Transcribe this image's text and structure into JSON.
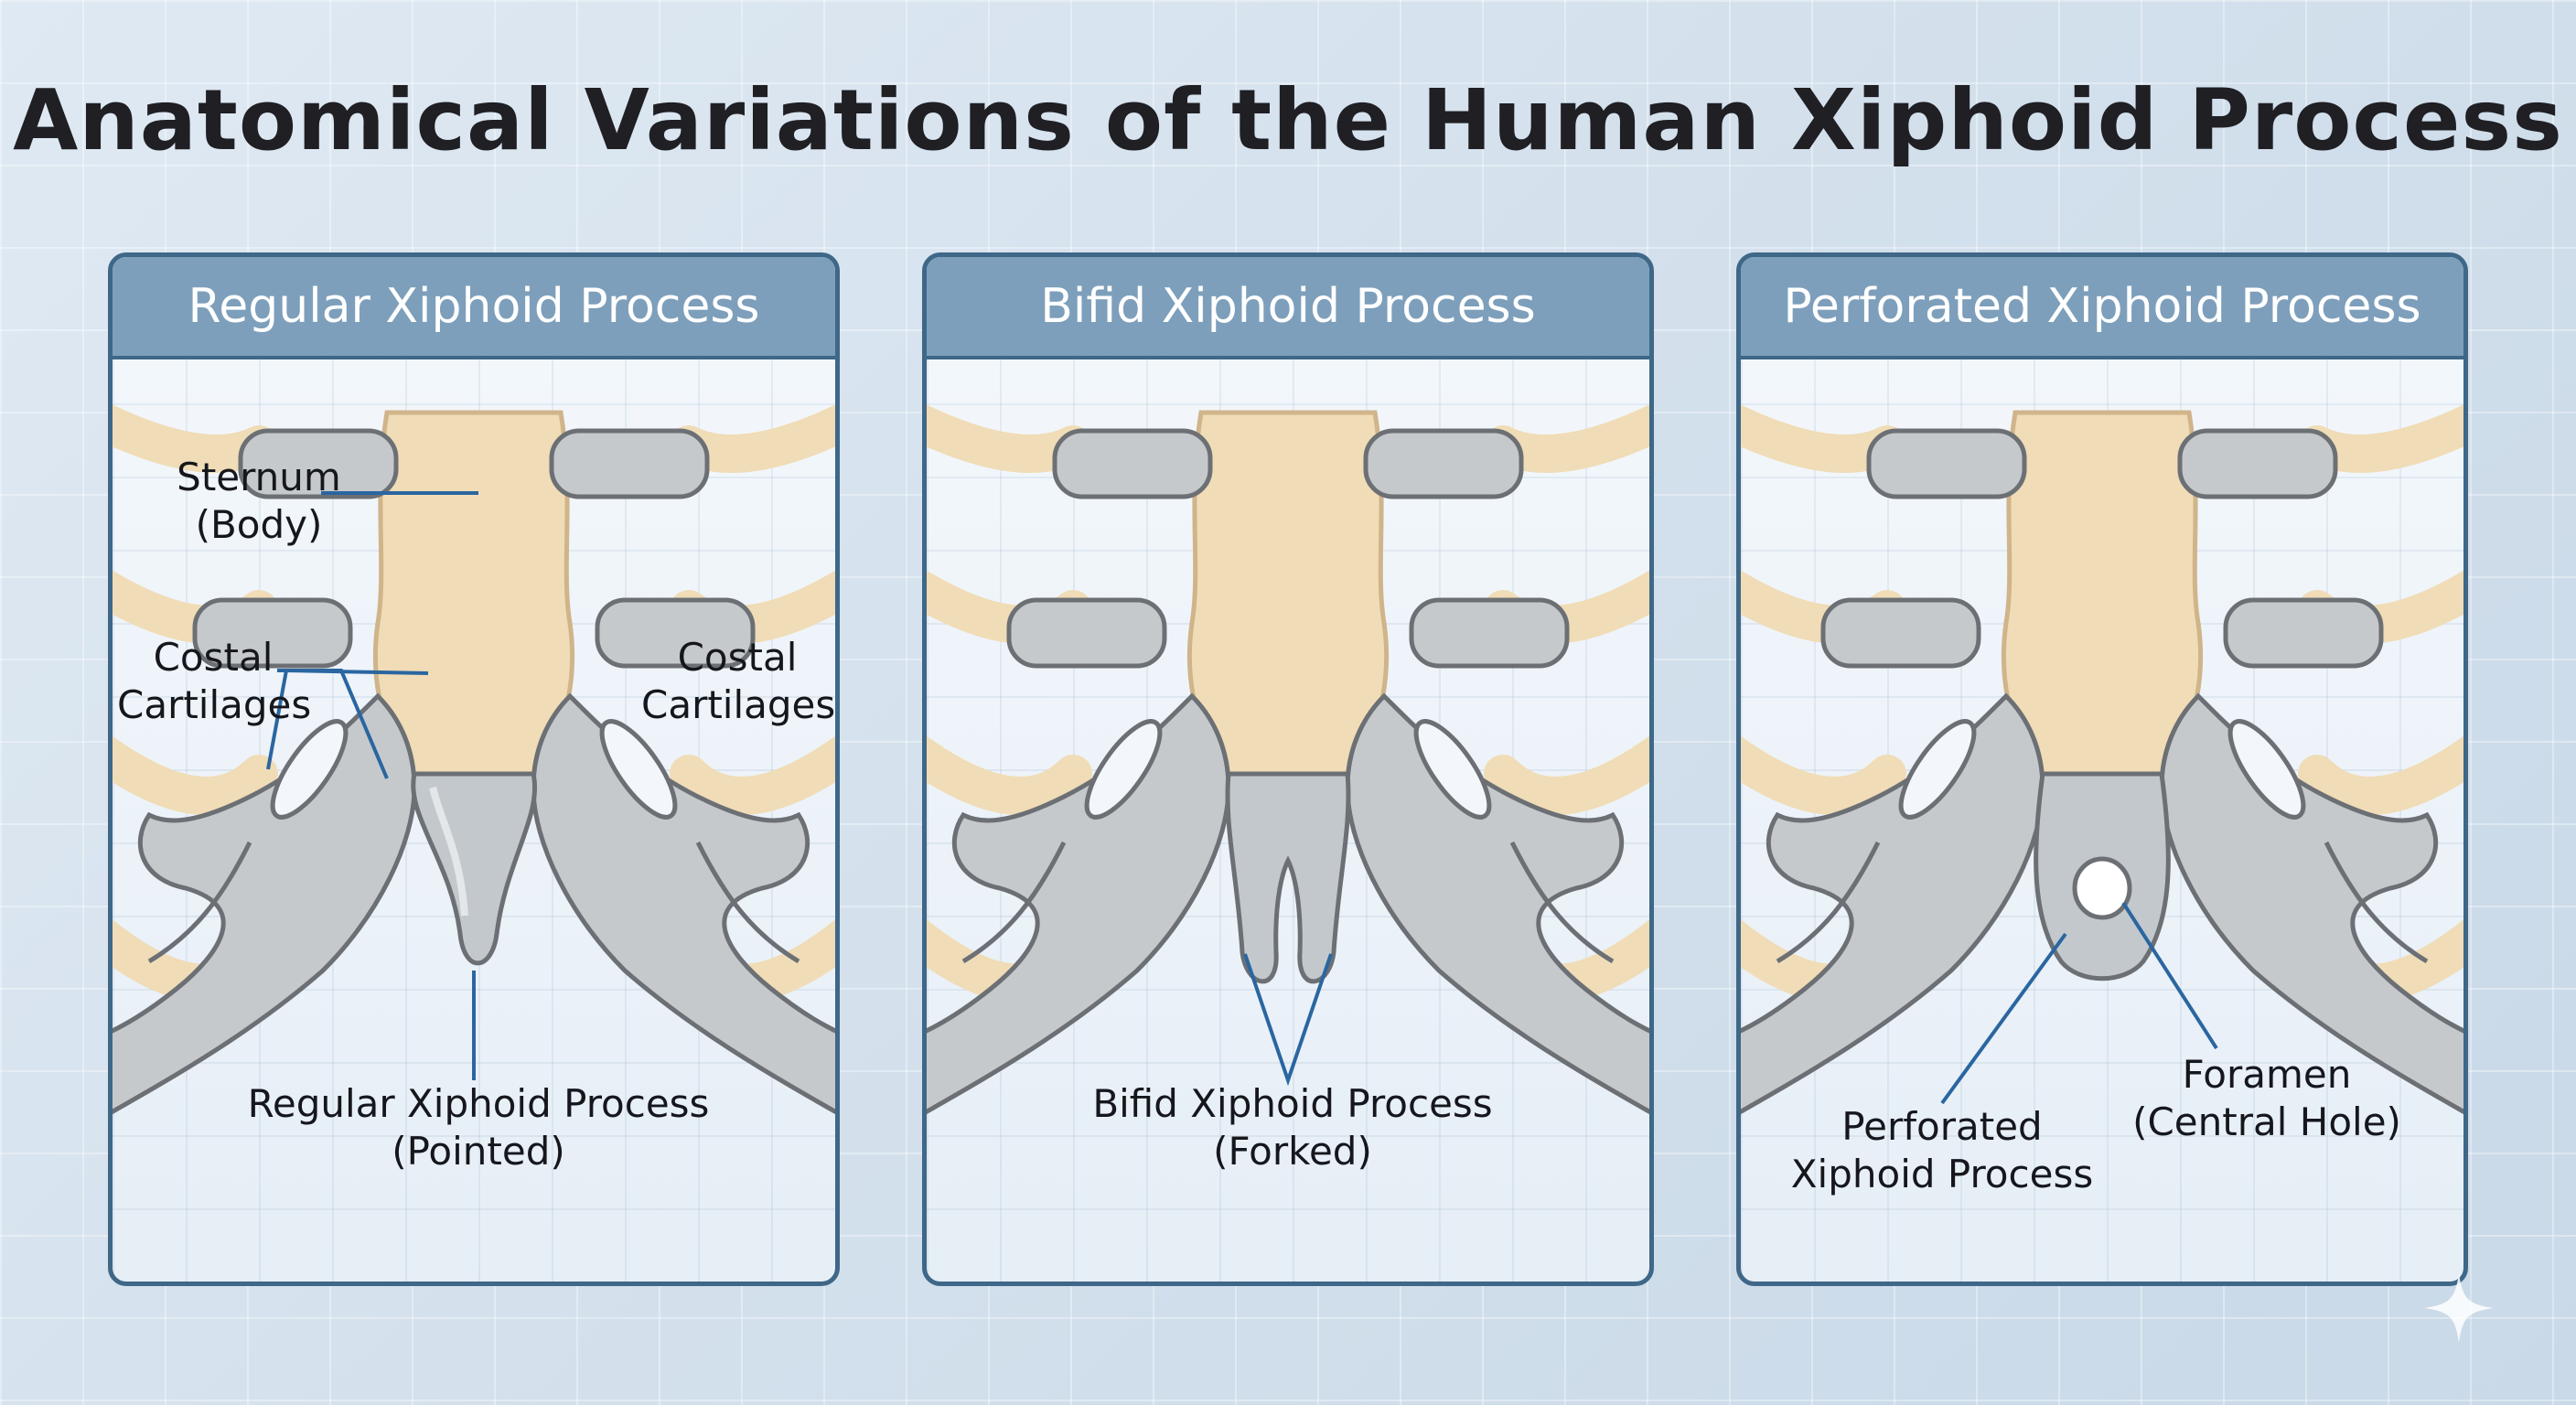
{
  "title": "Anatomical Variations of the Human Xiphoid Process",
  "panels": [
    {
      "header": "Regular Xiphoid Process",
      "labels": {
        "sternum": {
          "line1": "Sternum",
          "line2": "(Body)"
        },
        "costal_left": {
          "line1": "Costal",
          "line2": "Cartilages"
        },
        "costal_right": {
          "line1": "Costal",
          "line2": "Cartilages"
        },
        "xiphoid": {
          "line1": "Regular Xiphoid Process",
          "line2": "(Pointed)"
        }
      }
    },
    {
      "header": "Bifid Xiphoid Process",
      "labels": {
        "xiphoid": {
          "line1": "Bifid Xiphoid Process",
          "line2": "(Forked)"
        }
      }
    },
    {
      "header": "Perforated Xiphoid Process",
      "labels": {
        "xiphoid": {
          "line1": "Perforated",
          "line2": "Xiphoid Process"
        },
        "foramen": {
          "line1": "Foramen",
          "line2": "(Central Hole)"
        }
      }
    }
  ],
  "colors": {
    "bone": "#f0dcb6",
    "bone_outline": "#d0b48a",
    "cartilage": "#c6c9cc",
    "cartilage_outline": "#6c7075",
    "header": "#7d9fbb",
    "border": "#3f6788",
    "leader": "#2a66a0"
  }
}
